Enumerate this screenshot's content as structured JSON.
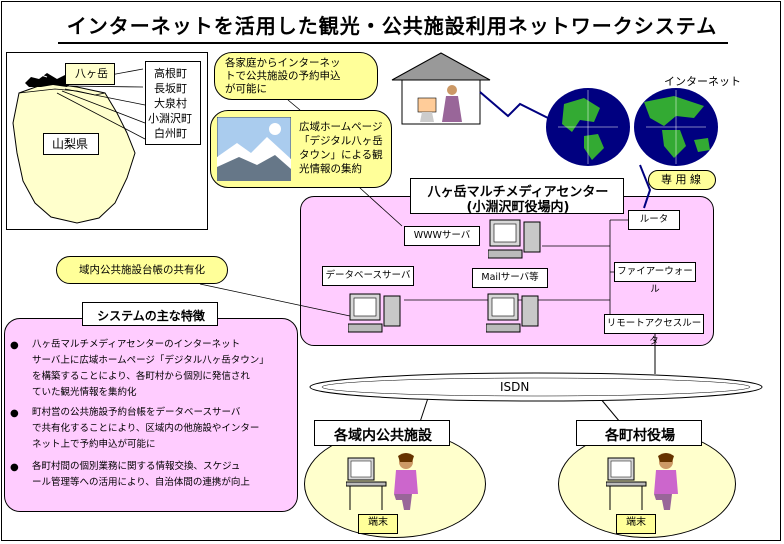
{
  "title": "インターネットを活用した観光・公共施設利用ネットワークシステム",
  "map": {
    "yatsugatake": "八ヶ岳",
    "prefecture": "山梨県",
    "towns": [
      "高根町",
      "長坂町",
      "大泉村",
      "小淵沢町",
      "白州町"
    ]
  },
  "callouts": {
    "homes": [
      "各家庭からインターネッ",
      "トで公共施設の予約申込",
      "が可能に"
    ],
    "portal": [
      "広域ホームページ",
      "「デジタル八ヶ岳",
      "タウン」による観",
      "光情報の集約"
    ],
    "ledger": "域内公共施設台帳の共有化"
  },
  "internet_label": "インターネット",
  "dedicated_line": "専 用 線",
  "center": {
    "title_line1": "八ヶ岳マルチメディアセンター",
    "title_line2": "(小淵沢町役場内)",
    "www": "WWWサーバ",
    "db": "データベースサーバ",
    "mail": "Mailサーバ等",
    "router": "ルータ",
    "firewall": "ファイアーウォール",
    "remote": "リモートアクセスルータ"
  },
  "isdn": "ISDN",
  "features": {
    "heading": "システムの主な特徴",
    "items": [
      [
        "八ヶ岳マルチメディアセンターのインターネット",
        "サーバ上に広域ホームページ「デジタル八ヶ岳タウン」",
        "を構築することにより、各町村から個別に発信され",
        "ていた観光情報を集約化"
      ],
      [
        "町村営の公共施設予約台帳をデータベースサーバ",
        "で共有化することにより、区域内の他施設やインター",
        "ネット上で予約申込が可能に"
      ],
      [
        "各町村間の個別業務に関する情報交換、スケジュ",
        "ール管理等への活用により、自治体間の連携が向上"
      ]
    ]
  },
  "sites": {
    "public": "各域内公共施設",
    "town_offices": "各町村役場",
    "terminal": "端末"
  },
  "colors": {
    "yellow": "#ffff99",
    "pink": "#ffccff",
    "green": "#33aa33",
    "navy": "#000080",
    "isdn_fill": "#ffffff"
  }
}
